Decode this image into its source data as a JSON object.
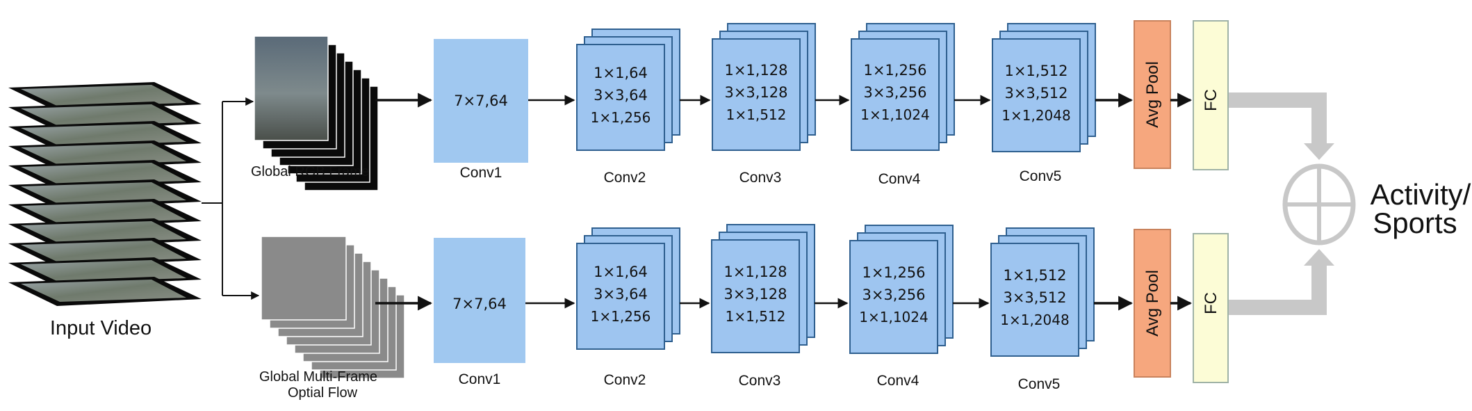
{
  "input": {
    "label": "Input Video"
  },
  "streams": [
    {
      "id": "rgb",
      "input_label": "Global RGB Frame",
      "conv1": {
        "label": "Conv1",
        "spec": "7×7,64"
      },
      "blocks": [
        {
          "label": "Conv2",
          "lines": [
            "1×1,64",
            "3×3,64",
            "1×1,256"
          ]
        },
        {
          "label": "Conv3",
          "lines": [
            "1×1,128",
            "3×3,128",
            "1×1,512"
          ]
        },
        {
          "label": "Conv4",
          "lines": [
            "1×1,256",
            "3×3,256",
            "1×1,1024"
          ]
        },
        {
          "label": "Conv5",
          "lines": [
            "1×1,512",
            "3×3,512",
            "1×1,2048"
          ]
        }
      ],
      "pool_label": "Avg Pool",
      "fc_label": "FC"
    },
    {
      "id": "flow",
      "input_label_lines": [
        "Global Multi-Frame",
        "Optial Flow"
      ],
      "conv1": {
        "label": "Conv1",
        "spec": "7×7,64"
      },
      "blocks": [
        {
          "label": "Conv2",
          "lines": [
            "1×1,64",
            "3×3,64",
            "1×1,256"
          ]
        },
        {
          "label": "Conv3",
          "lines": [
            "1×1,128",
            "3×3,128",
            "1×1,512"
          ]
        },
        {
          "label": "Conv4",
          "lines": [
            "1×1,256",
            "3×3,256",
            "1×1,1024"
          ]
        },
        {
          "label": "Conv5",
          "lines": [
            "1×1,512",
            "3×3,512",
            "1×1,2048"
          ]
        }
      ],
      "pool_label": "Avg Pool",
      "fc_label": "FC"
    }
  ],
  "output": {
    "lines": [
      "Activity/",
      "Sports"
    ]
  },
  "colors": {
    "conv_fill": "#9ec5f0",
    "conv_stroke": "#2e5f8f",
    "conv1_fill": "#a0c8f0",
    "pool_fill": "#f6a77e",
    "pool_stroke": "#c9825c",
    "fc_fill": "#fcfcd6",
    "fc_stroke": "#9fb2a6",
    "fusion_gray": "#c8c8c8",
    "arrow": "#111111"
  }
}
